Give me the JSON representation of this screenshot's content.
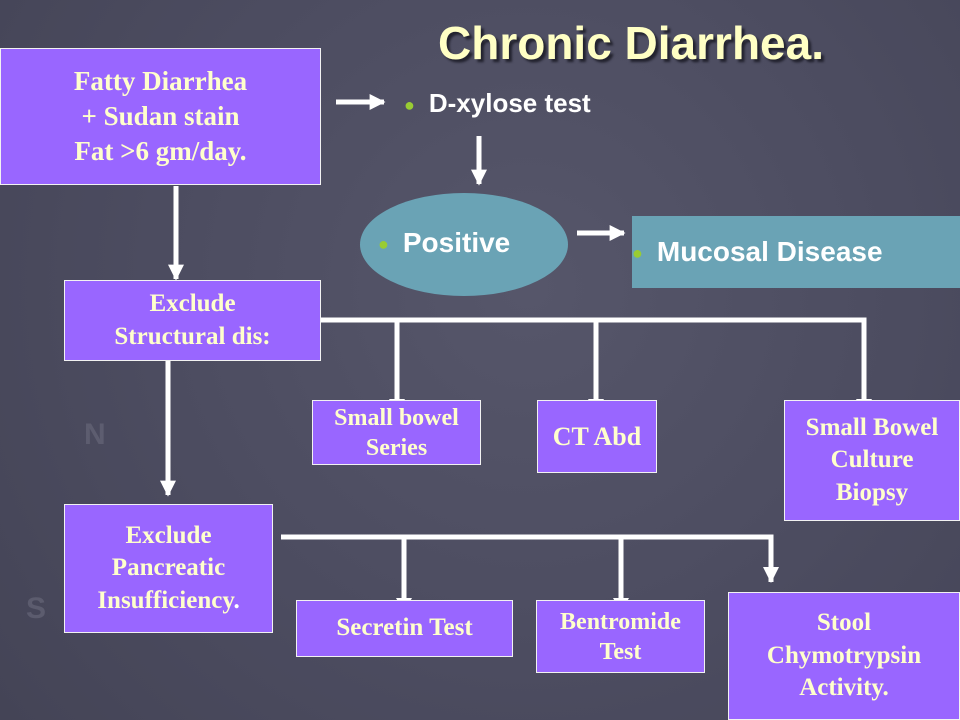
{
  "title": "Chronic Diarrhea.",
  "watermark": {
    "north": "N",
    "south": "S"
  },
  "fatty": {
    "line1": "Fatty Diarrhea",
    "line2": "+ Sudan stain",
    "line3": "Fat >6 gm/day."
  },
  "dxylose": {
    "label": "D-xylose test"
  },
  "positive": {
    "label": "Positive"
  },
  "mucosal": {
    "label": "Mucosal Disease"
  },
  "exclude_structural": {
    "line1": "Exclude",
    "line2": "Structural dis:"
  },
  "small_bowel_series": {
    "line1": "Small bowel",
    "line2": "Series"
  },
  "ct_abd": {
    "label": "CT Abd"
  },
  "sb_culture": {
    "line1": "Small Bowel",
    "line2": "Culture",
    "line3": "Biopsy"
  },
  "exclude_pancreatic": {
    "line1": "Exclude",
    "line2": "Pancreatic",
    "line3": "Insufficiency",
    "period": "."
  },
  "secretin": {
    "label": "Secretin Test"
  },
  "bentromide": {
    "line1": "Bentromide",
    "line2": "Test"
  },
  "stool": {
    "line1": "Stool",
    "line2": "Chymotrypsin",
    "line3": "Activity."
  },
  "colors": {
    "box": "#9966ff",
    "teal": "#6aa3b5",
    "bullet": "#99cc33",
    "title": "#ffffc4",
    "box_text": "#ffffcc"
  }
}
